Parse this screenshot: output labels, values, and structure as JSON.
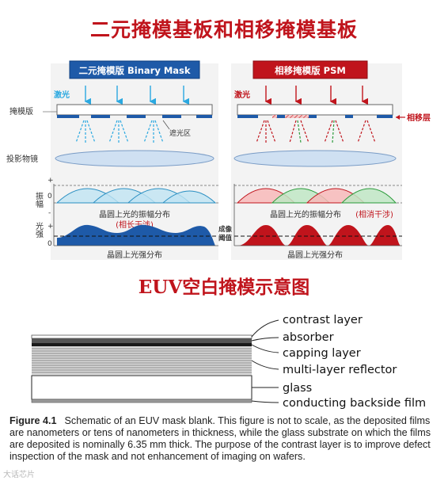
{
  "main_title": "二元掩模基板和相移掩模基板",
  "diagram": {
    "binary_header": "二元掩模版 Binary Mask",
    "psm_header": "相移掩模版 PSM",
    "laser_label_left": "激光",
    "laser_label_right": "激光",
    "mask_label": "掩模版",
    "shading_label": "遮光区",
    "phase_layer_label": "相移层",
    "lens_label": "投影物镜",
    "amplitude_label": "振幅",
    "intensity_label": "光强",
    "plus_sign": "+",
    "zero_label": "0",
    "minus_sign": "-",
    "wafer_amplitude_left": "晶圆上光的振幅分布",
    "interference_left": "(相长干涉)",
    "wafer_amplitude_right": "晶圆上光的振幅分布",
    "interference_right": "(相消干涉)",
    "wafer_intensity_left": "晶圆上光强分布",
    "wafer_intensity_right": "晶圆上光强分布",
    "threshold_label_1": "成像",
    "threshold_label_2": "阈值"
  },
  "euv_title": "EUV空白掩模示意图",
  "mask_layers": {
    "contrast": "contrast layer",
    "absorber": "absorber",
    "capping": "capping layer",
    "reflector": "multi-layer reflector",
    "glass": "glass",
    "backside": "conducting backside film"
  },
  "caption": {
    "label": "Figure 4.1",
    "text": "Schematic of an EUV mask blank. This figure is not to scale, as the deposited films are nanometers or tens of nanometers in thickness, while the glass substrate on which the films are deposited is nominally 6.35 mm thick. The purpose of the contrast layer is to improve defect inspection of the mask and not enhancement of imaging on wafers."
  },
  "watermark": "大话芯片",
  "colors": {
    "title_red": "#c0141c",
    "binary_blue": "#1e5aa8",
    "psm_red": "#c0141c",
    "light_blue": "#2aa8e0"
  }
}
